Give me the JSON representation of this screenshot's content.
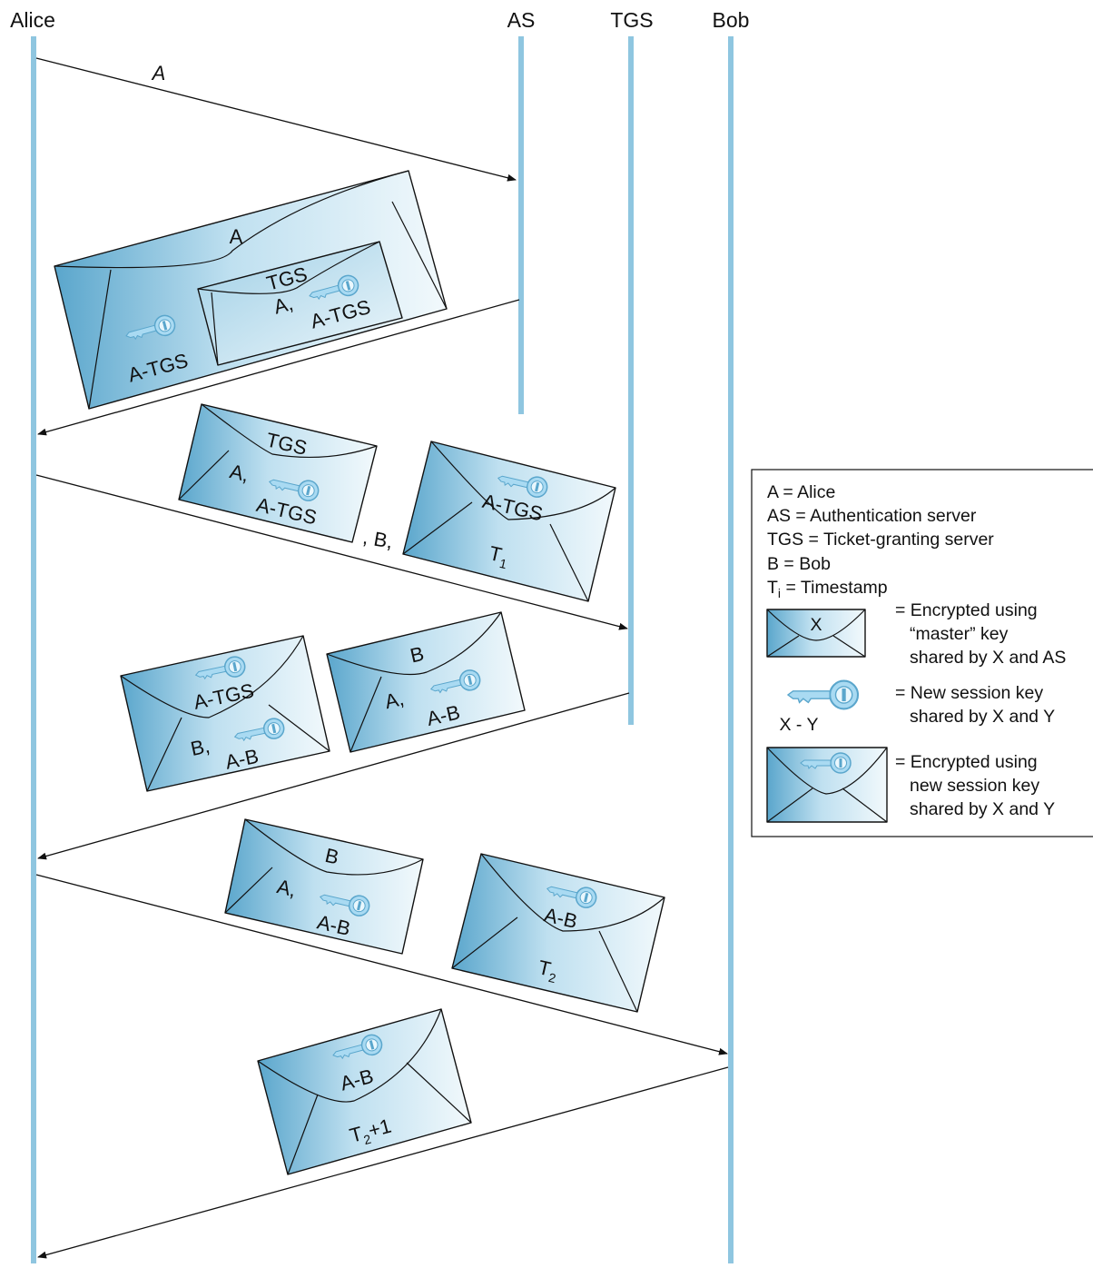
{
  "actors": {
    "alice": "Alice",
    "as": "AS",
    "tgs": "TGS",
    "bob": "Bob"
  },
  "messages": {
    "m1": {
      "label": "A"
    },
    "m2": {
      "outer_label": "A",
      "outer_key": "A-TGS",
      "inner_top": "TGS",
      "inner_mid": "A,",
      "inner_key": "A-TGS"
    },
    "m3": {
      "ticket_top": "TGS",
      "ticket_mid": "A,",
      "ticket_key": "A-TGS",
      "sep": ", B,",
      "auth_key": "A-TGS",
      "auth_ts": "T",
      "auth_ts_sub": "1"
    },
    "m4": {
      "e1_key": "A-TGS",
      "e1_mid": "B,",
      "e1_key2": "A-B",
      "e2_top": "B",
      "e2_mid": "A,",
      "e2_key": "A-B"
    },
    "m5": {
      "e1_top": "B",
      "e1_mid": "A,",
      "e1_key": "A-B",
      "e2_key": "A-B",
      "e2_ts": "T",
      "e2_ts_sub": "2"
    },
    "m6": {
      "key": "A-B",
      "ts": "T",
      "ts_sub": "2",
      "ts_suffix": "+1"
    }
  },
  "legend": {
    "line1": "A = Alice",
    "line2": "AS = Authentication server",
    "line3": "TGS = Ticket-granting server",
    "line4": "B = Bob",
    "line5_main": "T",
    "line5_sub": "i",
    "line5_rest": " = Timestamp",
    "env_letter": "X",
    "master_desc_1": "= Encrypted using",
    "master_desc_2": "“master” key",
    "master_desc_3": "shared by X and AS",
    "key_label": "X - Y",
    "key_desc_1": "= New session key",
    "key_desc_2": "shared by X and Y",
    "session_desc_1": "= Encrypted using",
    "session_desc_2": "new session key",
    "session_desc_3": "shared by X and Y"
  },
  "colors": {
    "lifeline": "#8fc6e0",
    "envelope_light": "#eaf5fb",
    "envelope_dark": "#5aa6cc",
    "key": "#8fcfee"
  }
}
